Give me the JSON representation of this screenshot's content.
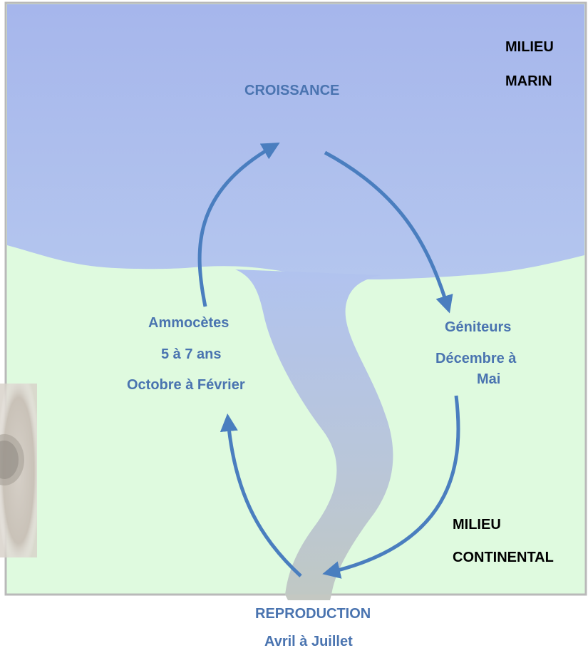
{
  "diagram": {
    "milieu_marin": [
      "MILIEU",
      "MARIN"
    ],
    "milieu_continental": [
      "MILIEU",
      "CONTINENTAL"
    ],
    "croissance": "CROISSANCE",
    "ammocetes": [
      "Ammocètes",
      "5 à 7 ans",
      "Octobre à Février"
    ],
    "geniteurs": [
      "Géniteurs",
      "Décembre à",
      "Mai"
    ],
    "reproduction": [
      "REPRODUCTION",
      "Avril à Juillet"
    ]
  },
  "colors": {
    "sea": "#a7b9ec",
    "land": "#dffadf",
    "river": "#b3c2e0",
    "arrow": "#4a7ebf",
    "label_blue": "#4a74b0"
  }
}
